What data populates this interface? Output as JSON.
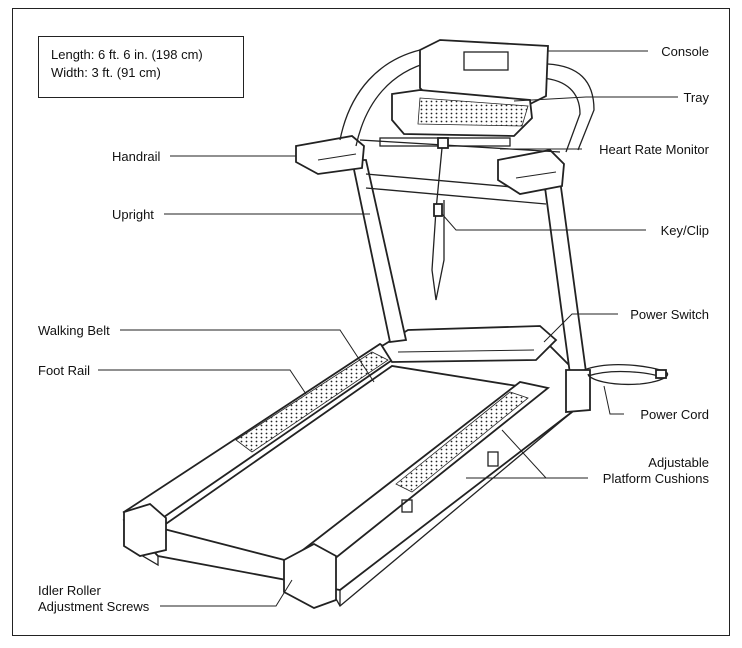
{
  "dimensions": {
    "length": "Length: 6 ft. 6 in. (198 cm)",
    "width": "Width:  3 ft. (91 cm)"
  },
  "labels": {
    "console": "Console",
    "tray": "Tray",
    "heart_rate_monitor": "Heart Rate Monitor",
    "key_clip": "Key/Clip",
    "power_switch": "Power Switch",
    "power_cord": "Power Cord",
    "adjustable_1": "Adjustable",
    "adjustable_2": "Platform Cushions",
    "handrail": "Handrail",
    "upright": "Upright",
    "walking_belt": "Walking Belt",
    "foot_rail": "Foot Rail",
    "idler_1": "Idler Roller",
    "idler_2": "Adjustment Screws"
  }
}
